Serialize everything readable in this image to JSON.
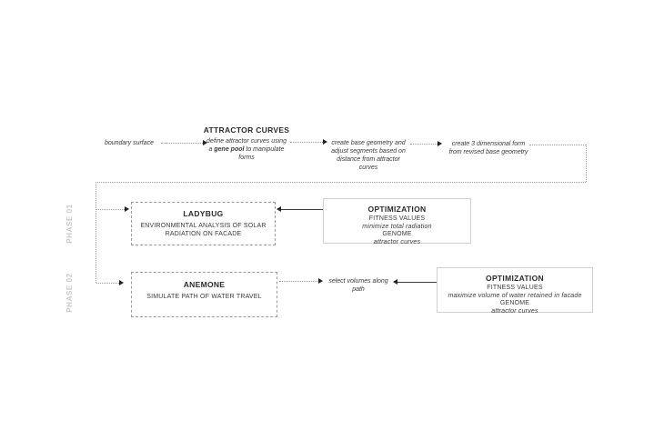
{
  "colors": {
    "background": "#ffffff",
    "text": "#3a3a3a",
    "title": "#2b2b2b",
    "phase_label": "#c7c7c7",
    "dotted_line": "#9a9a9a",
    "dashed_border": "#9a9a9a",
    "solid_border": "#cfcfcf",
    "arrowhead": "#222222"
  },
  "top_flow": {
    "boundary_label": "boundary surface",
    "attractor": {
      "title": "ATTRACTOR CURVES",
      "line1": "define attractor curves using",
      "line2_pre": "a ",
      "line2_bold": "gene pool",
      "line2_post": " to manipulate",
      "line3": "forms"
    },
    "base_geometry_note": {
      "lines": [
        "create base geometry and",
        "adjust segments based on",
        "distance from attractor",
        "curves"
      ]
    },
    "dimensional_form_note": {
      "lines": [
        "create 3 dimensional form",
        "from revised base geometry"
      ]
    }
  },
  "phase1": {
    "label": "PHASE 01",
    "tool_box": {
      "title": "LADYBUG",
      "lines": [
        "ENVIRONMENTAL ANALYSIS OF SOLAR",
        "RADIATION ON FACADE"
      ]
    },
    "optimization_box": {
      "title": "OPTIMIZATION",
      "fitness_label": "FITNESS VALUES",
      "fitness_value": "minimize total radiation",
      "genome_label": "GENOME",
      "genome_value": "attractor curves"
    }
  },
  "phase2": {
    "label": "PHASE 02",
    "tool_box": {
      "title": "ANEMONE",
      "lines": [
        "SIMULATE PATH OF WATER TRAVEL"
      ]
    },
    "path_note": "select volumes along path",
    "optimization_box": {
      "title": "OPTIMIZATION",
      "fitness_label": "FITNESS VALUES",
      "fitness_value": "maximize volume of water retained in facade",
      "genome_label": "GENOME",
      "genome_value": "attractor curves"
    }
  }
}
